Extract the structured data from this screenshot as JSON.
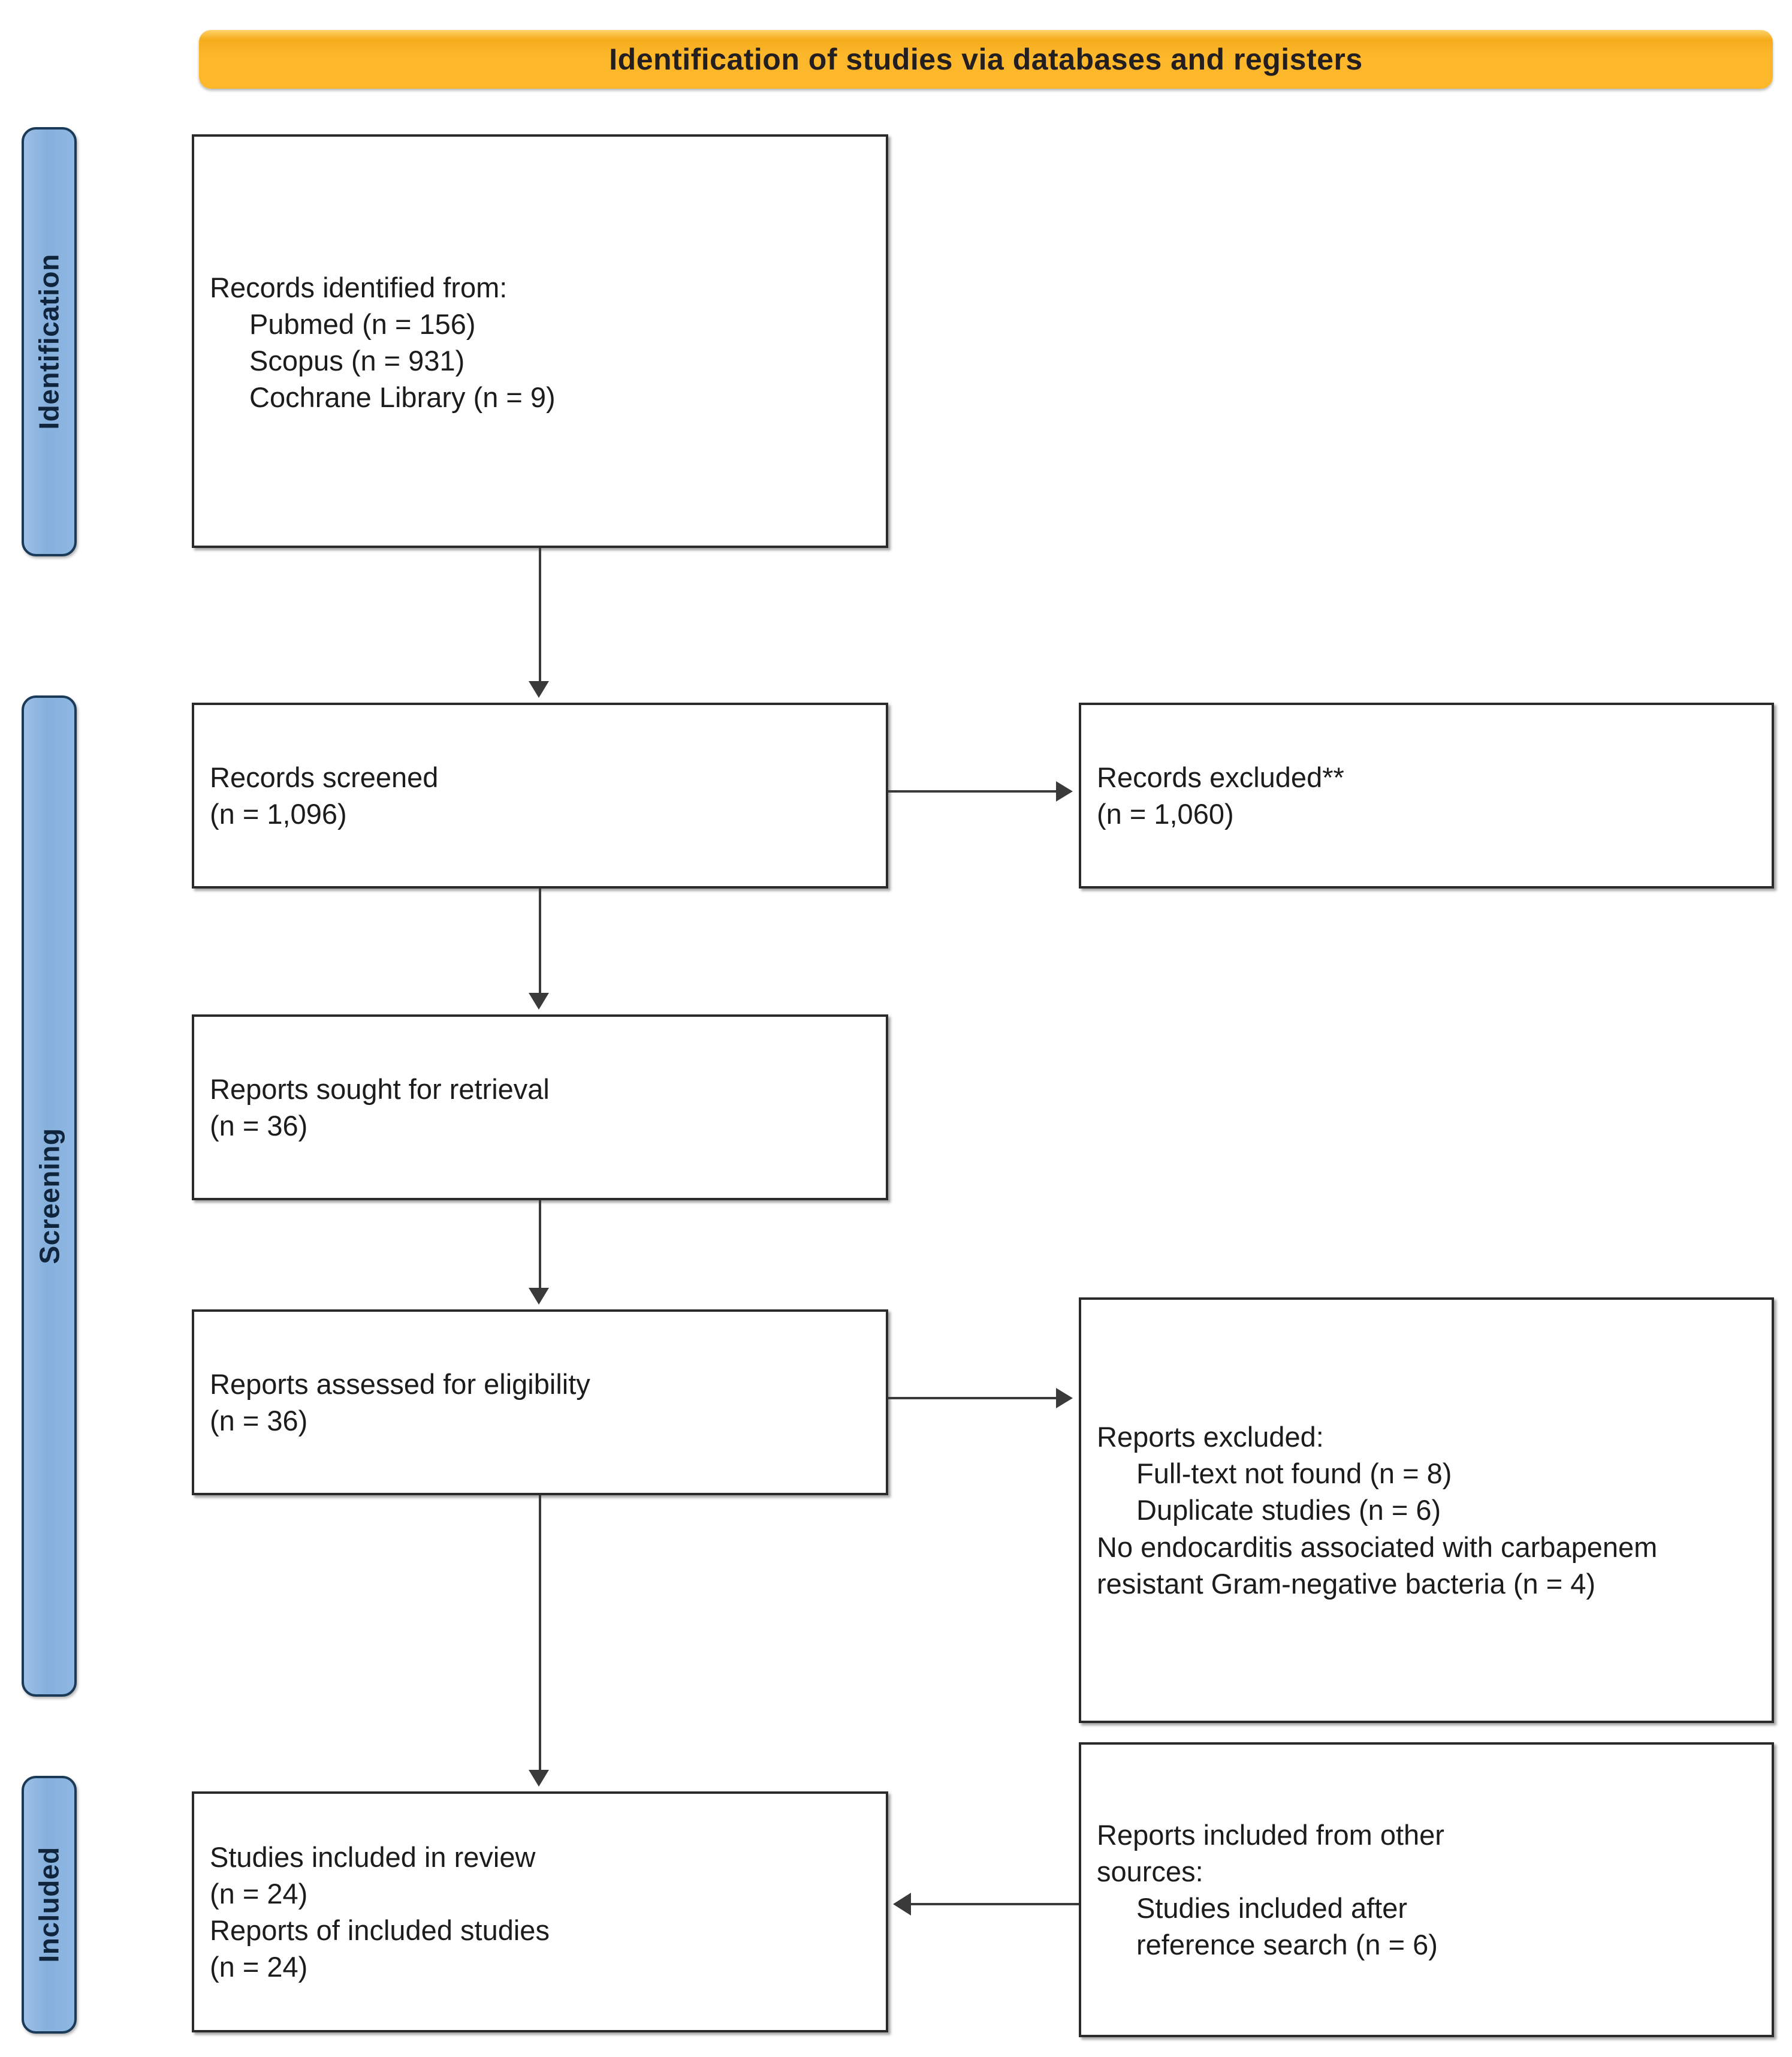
{
  "diagram": {
    "banner_title": "Identification of studies via databases and registers",
    "stages": {
      "identification": "Identification",
      "screening": "Screening",
      "included": "Included"
    },
    "boxes": {
      "records_identified": {
        "header": "Records identified from:",
        "sources": [
          "Pubmed (n = 156)",
          "Scopus (n = 931)",
          "Cochrane Library (n = 9)"
        ]
      },
      "records_screened": {
        "label": "Records screened",
        "count": "(n = 1,096)"
      },
      "records_excluded": {
        "label": "Records excluded**",
        "count": "(n = 1,060)"
      },
      "reports_sought": {
        "label": "Reports sought for retrieval",
        "count": "(n = 36)"
      },
      "reports_assessed": {
        "label": "Reports assessed for eligibility",
        "count": "(n = 36)"
      },
      "reports_excluded": {
        "header": "Reports excluded:",
        "reasons": [
          "Full-text not found (n = 8)",
          "Duplicate studies (n = 6)",
          "No endocarditis associated with carbapenem resistant Gram-negative bacteria (n = 4)"
        ]
      },
      "studies_included": {
        "label_studies": "Studies included in review",
        "count_studies": "(n = 24)",
        "label_reports": "Reports of included studies",
        "count_reports": "(n = 24)"
      },
      "other_sources": {
        "header_line1": "Reports included from other",
        "header_line2": "sources:",
        "item_line1": "Studies included after",
        "item_line2": "reference search (n = 6)"
      }
    },
    "colors": {
      "banner": "#fcb72b",
      "stage_fill": "#8fb7e2",
      "stage_border": "#1b3a57",
      "box_border": "#2b2b2b",
      "connector": "#3a3a3a",
      "text": "#1c1c1c"
    }
  }
}
